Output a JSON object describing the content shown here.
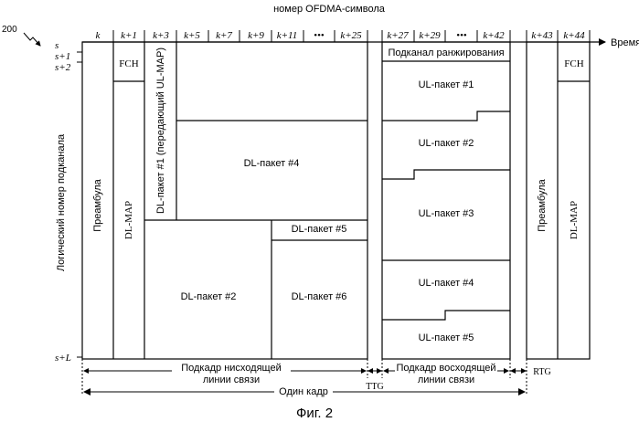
{
  "figure_number": "200",
  "top_axis_label": "номер OFDMA-символа",
  "time_label": "Время",
  "y_axis_label": "Логический номер подканала",
  "col_labels": {
    "k": "k",
    "k1": "k+1",
    "k3": "k+3",
    "k5": "k+5",
    "k7": "k+7",
    "k9": "k+9",
    "k11": "k+11",
    "dots1": "•••",
    "k25": "k+25",
    "k27": "k+27",
    "k29": "k+29",
    "dots2": "•••",
    "k42": "k+42",
    "k43": "k+43",
    "k44": "k+44"
  },
  "row_labels": {
    "s": "s",
    "s1": "s+1",
    "s2": "s+2",
    "sL": "s+L"
  },
  "blocks": {
    "preamble_left": "Преамбула",
    "fch_left": "FCH",
    "dlmap_left": "DL-MAP",
    "dl_burst1": "DL-пакет #1 (передающий UL-MAP)",
    "dl_burst2": "DL-пакет #2",
    "dl_burst4": "DL-пакет #4",
    "dl_burst5": "DL-пакет #5",
    "dl_burst6": "DL-пакет #6",
    "ranging": "Подканал ранжирования",
    "ul_burst1": "UL-пакет #1",
    "ul_burst2": "UL-пакет #2",
    "ul_burst3": "UL-пакет #3",
    "ul_burst4": "UL-пакет #4",
    "ul_burst5": "UL-пакет #5",
    "preamble_right": "Преамбула",
    "fch_right": "FCH",
    "dlmap_right": "DL-MAP"
  },
  "spans": {
    "dl_subframe": [
      "Подкадр нисходящей",
      "линии связи"
    ],
    "ul_subframe": [
      "Подкадр восходящей",
      "линии связи"
    ],
    "ttg": "TTG",
    "rtg": "RTG",
    "frame": "Один кадр"
  },
  "caption": "Фиг. 2"
}
